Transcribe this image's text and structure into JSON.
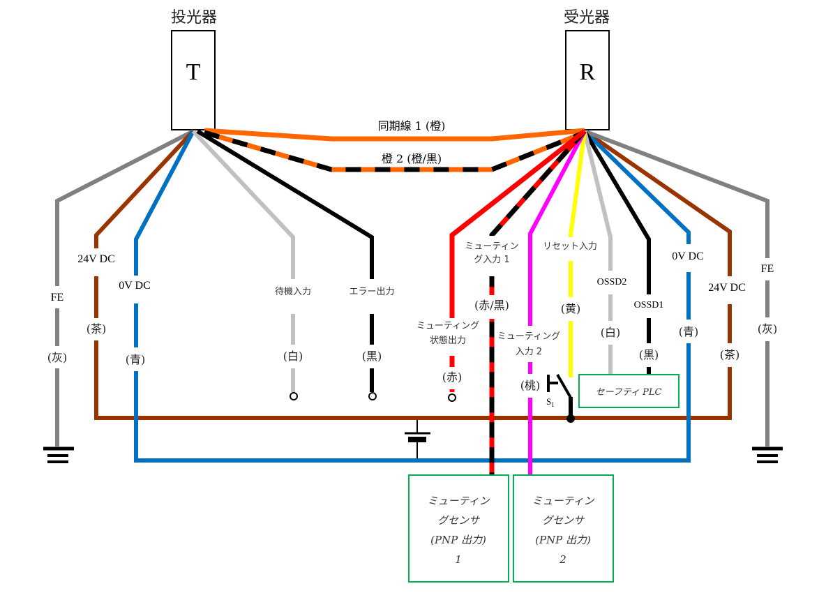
{
  "colors": {
    "gray": "#808080",
    "brown": "#993300",
    "blue": "#0070C0",
    "white_wire": "#C0C0C0",
    "black": "#000000",
    "orange": "#FF6600",
    "red": "#FF0000",
    "pink": "#FF00FF",
    "yellow": "#FFFF00",
    "green_box": "#00B050"
  },
  "emitter": {
    "title": "投光器",
    "letter": "T"
  },
  "receiver": {
    "title": "受光器",
    "letter": "R"
  },
  "sync": {
    "line1": "同期線 1 (橙)",
    "line2": "橙 2 (橙/黒)"
  },
  "emitter_wires": [
    {
      "id": "fe",
      "label": "FE",
      "color_label": "(灰)"
    },
    {
      "id": "24v",
      "label": "24V DC",
      "color_label": "(茶)"
    },
    {
      "id": "0v",
      "label": "0V DC",
      "color_label": "(青)"
    },
    {
      "id": "standby",
      "label": "待機入力",
      "color_label": "(白)"
    },
    {
      "id": "error",
      "label": "エラー出力",
      "color_label": "(黒)"
    }
  ],
  "receiver_wires": [
    {
      "id": "muting-status",
      "label_line1": "ミューティング",
      "label_line2": "状態出力",
      "color_label": "(赤)"
    },
    {
      "id": "muting-in1",
      "label_line1": "ミューティン",
      "label_line2": "グ入力 1",
      "color_label": "(赤/黒)"
    },
    {
      "id": "muting-in2",
      "label_line1": "ミューティング",
      "label_line2": "入力 2",
      "color_label": "(桃)"
    },
    {
      "id": "reset",
      "label": "リセット入力",
      "color_label": "(黄)"
    },
    {
      "id": "ossd2",
      "label": "OSSD2",
      "color_label": "(白)"
    },
    {
      "id": "ossd1",
      "label": "OSSD1",
      "color_label": "(黒)"
    },
    {
      "id": "0v",
      "label": "0V DC",
      "color_label": "(青)"
    },
    {
      "id": "24v",
      "label": "24V DC",
      "color_label": "(茶)"
    },
    {
      "id": "fe",
      "label": "FE",
      "color_label": "(灰)"
    }
  ],
  "switch": {
    "label": "S",
    "subscript": "1"
  },
  "safety_plc": {
    "label": "セーフティ PLC"
  },
  "muting_sensors": [
    {
      "line1": "ミューティン",
      "line2": "グセンサ",
      "line3": "(PNP 出力)",
      "line4": "1"
    },
    {
      "line1": "ミューティン",
      "line2": "グセンサ",
      "line3": "(PNP 出力)",
      "line4": "2"
    }
  ]
}
